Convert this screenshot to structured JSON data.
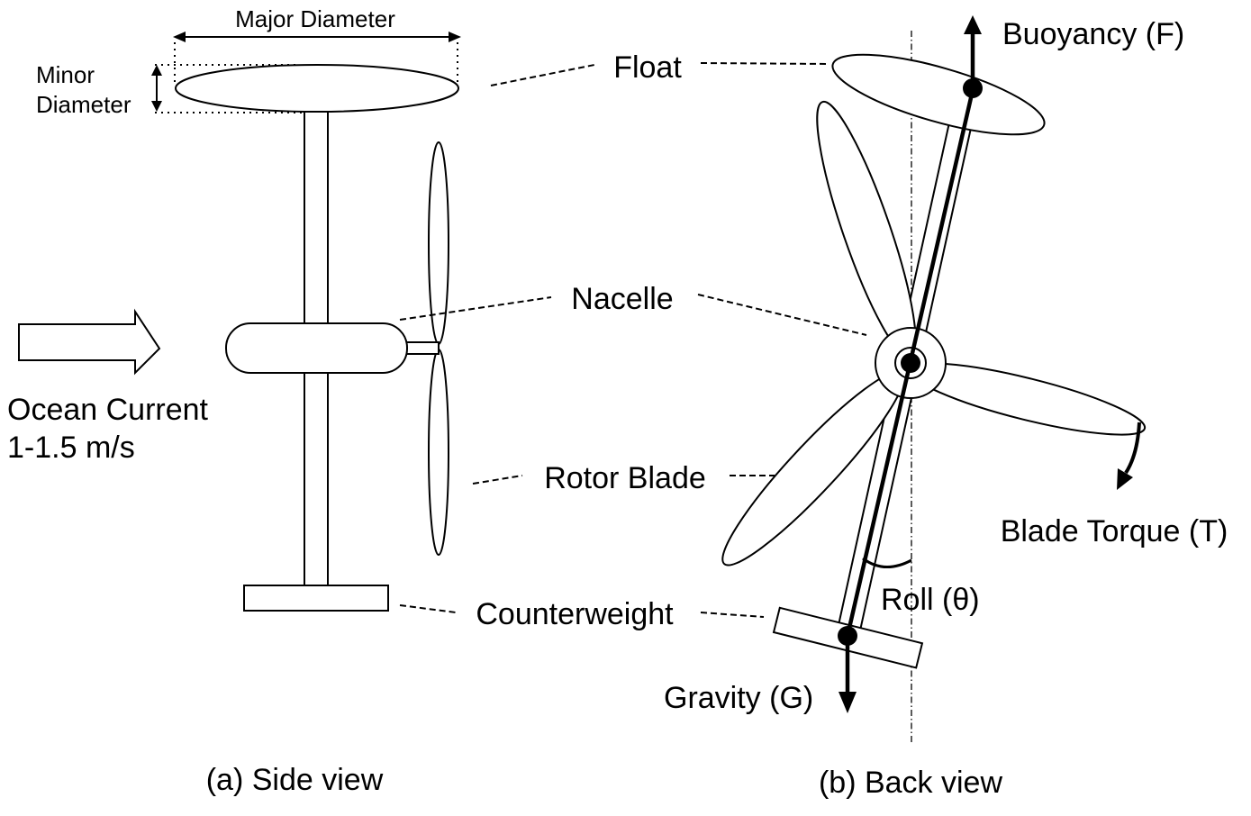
{
  "figure": {
    "side_view": {
      "caption": "(a) Side view",
      "dimension_labels": {
        "major_diameter": "Major Diameter",
        "minor_diameter_line1": "Minor",
        "minor_diameter_line2": "Diameter"
      },
      "flow": {
        "label_line1": "Ocean Current",
        "label_line2": "1-1.5 m/s"
      }
    },
    "component_labels": {
      "float": "Float",
      "nacelle": "Nacelle",
      "rotor_blade": "Rotor Blade",
      "counterweight": "Counterweight"
    },
    "back_view": {
      "caption": "(b) Back view",
      "forces": {
        "buoyancy": "Buoyancy (F)",
        "gravity": "Gravity (G)",
        "blade_torque": "Blade Torque (T)",
        "roll": "Roll (θ)"
      }
    }
  }
}
